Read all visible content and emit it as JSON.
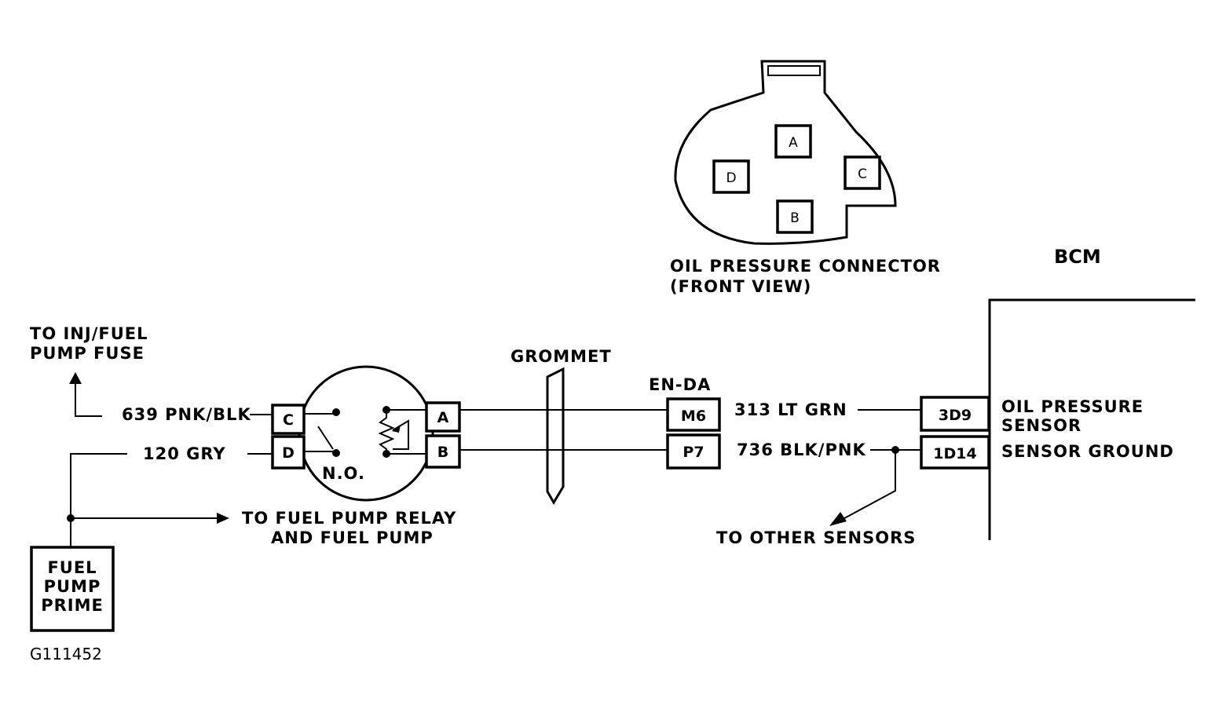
{
  "connector_view": {
    "title_line1": "OIL PRESSURE CONNECTOR",
    "title_line2": "(FRONT VIEW)",
    "pins": [
      "A",
      "B",
      "C",
      "D"
    ]
  },
  "bcm": {
    "label": "BCM",
    "pin_3d9": "3D9",
    "pin_1d14": "1D14",
    "oil_pressure_sensor_line1": "OIL PRESSURE",
    "oil_pressure_sensor_line2": "SENSOR",
    "sensor_ground": "SENSOR GROUND"
  },
  "wires": {
    "w639": "639 PNK/BLK",
    "w120": "120 GRY",
    "w313": "313 LT GRN",
    "w736": "736 BLK/PNK"
  },
  "fuse_ref": {
    "line1": "TO INJ/FUEL",
    "line2": "PUMP FUSE"
  },
  "relay_ref": {
    "line1": "TO FUEL PUMP RELAY",
    "line2": "AND FUEL PUMP"
  },
  "switch": {
    "pin_c": "C",
    "pin_d": "D",
    "pin_a": "A",
    "pin_b": "B",
    "state": "N.O."
  },
  "grommet": "GROMMET",
  "en_da": {
    "label": "EN-DA",
    "pin_m6": "M6",
    "pin_p7": "P7"
  },
  "other_sensors": "TO OTHER SENSORS",
  "prime_box": {
    "line1": "FUEL",
    "line2": "PUMP",
    "line3": "PRIME"
  },
  "figure_id": "G111452"
}
